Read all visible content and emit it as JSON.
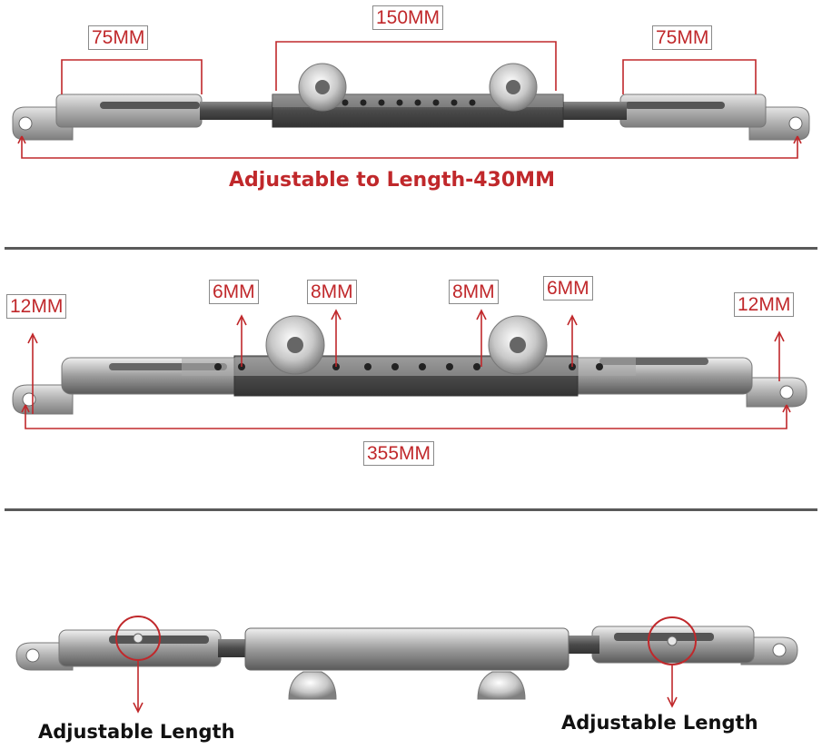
{
  "panel1": {
    "left_dim": "75MM",
    "center_dim": "150MM",
    "right_dim": "75MM",
    "caption": "Adjustable to Length-430MM"
  },
  "panel2": {
    "left_end": "12MM",
    "hole_a": "6MM",
    "hole_b": "8MM",
    "hole_c": "8MM",
    "hole_d": "6MM",
    "right_end": "12MM",
    "total": "355MM"
  },
  "panel3": {
    "left_caption": "Adjustable Length",
    "right_caption": "Adjustable Length"
  },
  "colors": {
    "accent_red": "#c0282b",
    "steel": "#b9b9b9",
    "dark_bar": "#4a4a4a",
    "divider": "#5a5a5a"
  }
}
